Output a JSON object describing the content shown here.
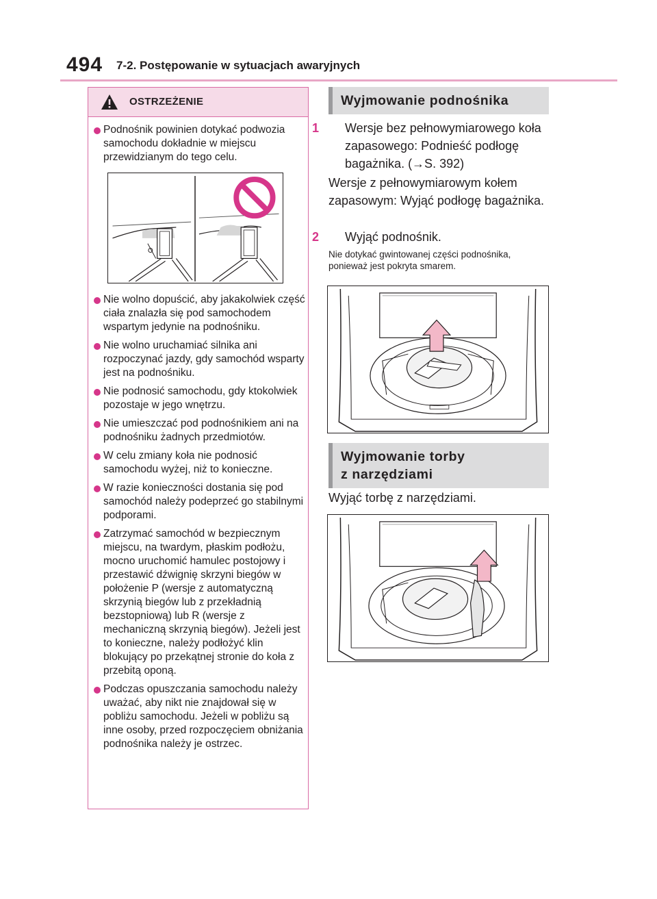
{
  "header": {
    "page_number": "494",
    "section_title": "7-2. Postępowanie w sytuacjach awaryjnych"
  },
  "warning": {
    "title": "OSTRZEŻENIE",
    "icon": "warning-triangle-icon",
    "items": [
      "Podnośnik powinien dotykać pod­wozia samochodu dokładnie w miej­scu przewidzianym do tego celu.",
      "Nie wolno dopuścić, aby jakakol­wiek część ciała znalazła się pod samochodem wspartym jedynie na podnośniku.",
      "Nie wolno uruchamiać silnika ani rozpoczynać jazdy, gdy samochód wsparty jest na podnośniku.",
      "Nie podnosić samochodu, gdy kto­kolwiek pozostaje w jego wnętrzu.",
      "Nie umieszczać pod podnośnikiem ani na podnośniku żadnych przed­miotów.",
      "W celu zmiany koła nie podnosić samochodu wyżej, niż to konieczne.",
      "W razie konieczności dostania się pod samochód należy podeprzeć go stabilnymi podporami.",
      "Zatrzymać samochód w bezpiecz­nym miejscu, na twardym, płaskim podłożu, mocno uruchomić hamulec postojowy i przestawić dźwignię skrzyni biegów w położenie P (wer­sje z automatyczną skrzynią biegów lub z przekładnią bezstopniową) lub R (wersje z mechaniczną skrzy­nią biegów). Jeżeli jest to konieczne, należy podłożyć klin blokujący po przekątnej stronie do koła z przebitą oponą.",
      "Podczas opuszczania samochodu należy uważać, aby nikt nie znajdo­wał się w pobliżu samochodu. Jeżeli w pobliżu są inne osoby, przed roz­poczęciem obniżania podnośnika należy je ostrzec."
    ]
  },
  "jack_section": {
    "heading": "Wyjmowanie podnośnika",
    "step1_num": "1",
    "step1_text": "Wersje bez pełnowymiarowego koła zapasowego: Podnieść pod­łogę bagażnika. (→S. 392)",
    "para": "Wersje z pełnowymiarowym kołem zapasowym: Wyjąć podłogę bagaż­nika.",
    "step2_num": "2",
    "step2_text": "Wyjąć podnośnik.",
    "note": "Nie dotykać gwintowanej części podno­śnika, ponieważ jest pokryta smarem."
  },
  "tool_section": {
    "heading_line1": "Wyjmowanie torby",
    "heading_line2": "z narzędziami",
    "para": "Wyjąć torbę z narzędziami."
  },
  "colors": {
    "accent_pink": "#d6368a",
    "header_rule": "#e8a7c6",
    "warning_head_bg": "#f6dbe8",
    "heading_box_bg": "#dcdcdd",
    "arrow_fill": "#f3b8c8"
  }
}
